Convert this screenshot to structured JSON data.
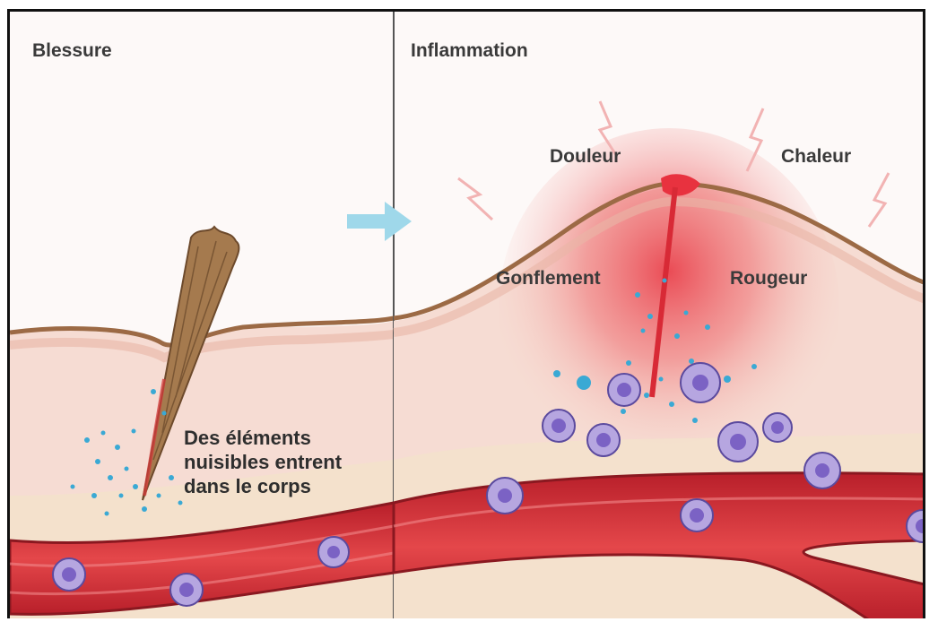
{
  "panels": {
    "left_title": "Blessure",
    "right_title": "Inflammation"
  },
  "signs": {
    "pain": "Douleur",
    "heat": "Chaleur",
    "swelling": "Gonflement",
    "redness": "Rougeur"
  },
  "caption": {
    "line1": "Des éléments",
    "line2": "nuisibles entrent",
    "line3": "dans le corps"
  },
  "colors": {
    "skin_surface": "#f3d8cf",
    "skin_outline": "#9c6a45",
    "dermis": "#f6dcd3",
    "fat_layer": "#f4d9bf",
    "vessel_dark": "#c4262f",
    "vessel_light": "#e24a4a",
    "inflammation_red": "#e8323f",
    "arrow_blue": "#9fd8ea",
    "particles_blue": "#3aa9d4",
    "white_cell": "#b6a6e0",
    "white_cell_nucleus": "#7b62c4",
    "splinter": "#a57a4e"
  },
  "icons": {
    "transition": "arrow-right-icon",
    "pain_spark": "lightning-spark-icon",
    "splinter": "splinter-icon",
    "white_cell": "white-blood-cell-icon"
  }
}
